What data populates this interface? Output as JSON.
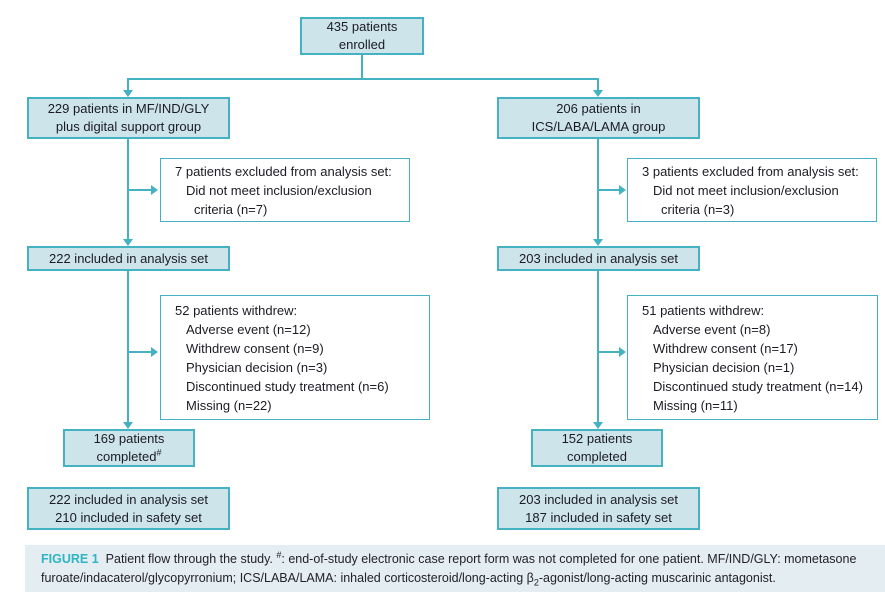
{
  "colors": {
    "box_fill": "#cde4ea",
    "box_border": "#44b2c1",
    "line": "#44b2c1",
    "text": "#1c1b24",
    "caption_bg": "#e4edf1",
    "figure_label": "#2fb4c4"
  },
  "flow": {
    "enrolled": {
      "lines": [
        "435 patients",
        "enrolled"
      ]
    },
    "left": {
      "group": {
        "lines": [
          "229 patients in MF/IND/GLY",
          "plus digital support group"
        ]
      },
      "excluded": {
        "lines": [
          "7 patients excluded from analysis set:",
          "Did not meet inclusion/exclusion",
          "criteria (n=7)"
        ]
      },
      "analysis": "222 included in analysis set",
      "withdrew": {
        "lines": [
          "52 patients withdrew:",
          "Adverse event (n=12)",
          "Withdrew consent (n=9)",
          "Physician decision (n=3)",
          "Discontinued study treatment (n=6)",
          "Missing (n=22)"
        ]
      },
      "completed": {
        "line1": "169 patients",
        "line2": "completed",
        "sup": "#"
      },
      "sets": {
        "lines": [
          "222 included in analysis set",
          "210 included in safety set"
        ]
      }
    },
    "right": {
      "group": {
        "lines": [
          "206 patients in",
          "ICS/LABA/LAMA group"
        ]
      },
      "excluded": {
        "lines": [
          "3 patients excluded from analysis set:",
          "Did not meet inclusion/exclusion",
          "criteria (n=3)"
        ]
      },
      "analysis": "203 included in analysis set",
      "withdrew": {
        "lines": [
          "51 patients withdrew:",
          "Adverse event (n=8)",
          "Withdrew consent (n=17)",
          "Physician decision (n=1)",
          "Discontinued study treatment (n=14)",
          "Missing (n=11)"
        ]
      },
      "completed": {
        "line1": "152 patients",
        "line2": "completed",
        "sup": ""
      },
      "sets": {
        "lines": [
          "203 included in analysis set",
          "187 included in safety set"
        ]
      }
    }
  },
  "caption": {
    "label": "FIGURE 1",
    "seg1": "Patient flow through the study. ",
    "sup": "#",
    "seg2": ": end-of-study electronic case report form was not completed for one patient. MF/IND/GLY: mometasone furoate/indacaterol/glycopyrronium; ICS/LABA/LAMA: inhaled corticosteroid/long-acting β",
    "sub": "2",
    "seg3": "-agonist/long-acting muscarinic antagonist."
  }
}
